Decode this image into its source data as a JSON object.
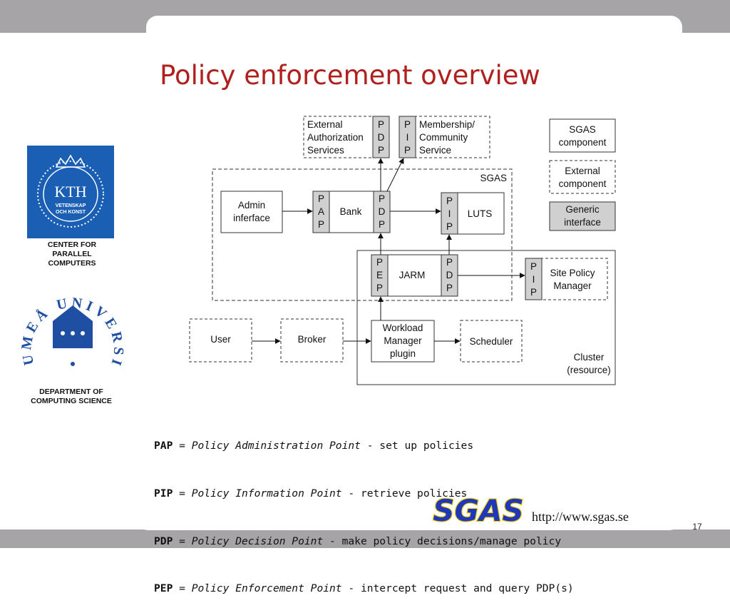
{
  "title": "Policy enforcement overview",
  "sidebar": {
    "kth_logo_text": "KTH",
    "kth_logo_subtext": [
      "VETENSKAP",
      "OCH KONST"
    ],
    "pdc_caption": [
      "CENTER FOR",
      "PARALLEL",
      "COMPUTERS"
    ],
    "umu_ring_text": "UMEÅ UNIVERSITET",
    "dept_caption": [
      "DEPARTMENT OF",
      "COMPUTING SCIENCE"
    ]
  },
  "diagram": {
    "external_authz": [
      "External",
      "Authorization",
      "Services"
    ],
    "membership": [
      "Membership/",
      "Community",
      "Service"
    ],
    "pdp_letters": [
      "P",
      "D",
      "P"
    ],
    "pip_letters": [
      "P",
      "I",
      "P"
    ],
    "pap_letters": [
      "P",
      "A",
      "P"
    ],
    "pep_letters": [
      "P",
      "E",
      "P"
    ],
    "sgas_label": "SGAS",
    "admin_interface": [
      "Admin",
      "inferface"
    ],
    "bank": "Bank",
    "luts": "LUTS",
    "jarm": "JARM",
    "site_policy": [
      "Site Policy",
      "Manager"
    ],
    "user": "User",
    "broker": "Broker",
    "workload_manager": [
      "Workload",
      "Manager",
      "plugin"
    ],
    "scheduler": "Scheduler",
    "cluster": [
      "Cluster",
      "(resource)"
    ],
    "legend": {
      "sgas_component": [
        "SGAS",
        "component"
      ],
      "external_component": [
        "External",
        "component"
      ],
      "generic_interface": [
        "Generic",
        "interface"
      ]
    }
  },
  "definitions": [
    {
      "abbr": "PAP",
      "eq": " = ",
      "def": "Policy Administration Point",
      "desc": " - set up policies"
    },
    {
      "abbr": "PIP",
      "eq": " = ",
      "def": "Policy Information Point",
      "desc": " - retrieve policies"
    },
    {
      "abbr": "PDP",
      "eq": " = ",
      "def": "Policy Decision Point",
      "desc": " - make policy decisions/manage policy"
    },
    {
      "abbr": "PEP",
      "eq": " = ",
      "def": "Policy Enforcement Point",
      "desc": " - intercept request and query PDP(s)"
    }
  ],
  "footer": {
    "sgas_logo_text": "SGAS",
    "url": "http://www.sgas.se",
    "page_number": "17"
  },
  "colors": {
    "title": "#b0201e",
    "frame": "#a7a4a7",
    "kth_blue": "#1a5fb4",
    "umu_blue": "#1f4fa3",
    "interface_gray": "#d0d0d0"
  }
}
